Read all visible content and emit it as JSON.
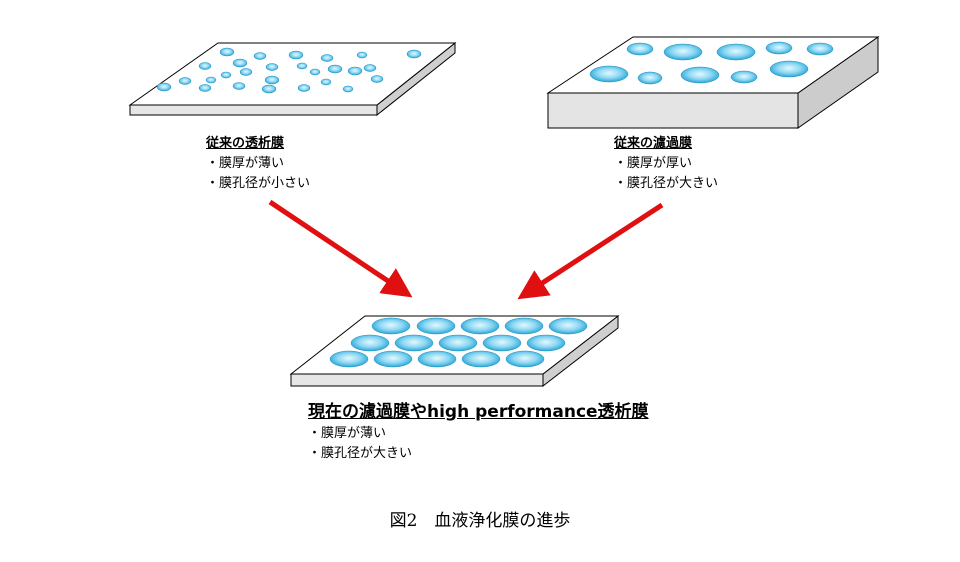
{
  "membranes": {
    "conventional_dialysis": {
      "title": "従来の透析膜",
      "points": [
        "膜厚が薄い",
        "膜孔径が小さい"
      ]
    },
    "conventional_filtration": {
      "title": "従来の濾過膜",
      "points": [
        "膜厚が厚い",
        "膜孔径が大きい"
      ]
    },
    "current_high_performance": {
      "title": "現在の濾過膜やhigh performance透析膜",
      "points": [
        "膜厚が薄い",
        "膜孔径が大きい"
      ]
    }
  },
  "caption": "図2　血液浄化膜の進歩",
  "colors": {
    "arrow": "#e01010",
    "pore_light": "#dff6ff",
    "pore_dark": "#38b4e0",
    "plate_top": "#ffffff",
    "plate_side": "#e4e4e4"
  }
}
